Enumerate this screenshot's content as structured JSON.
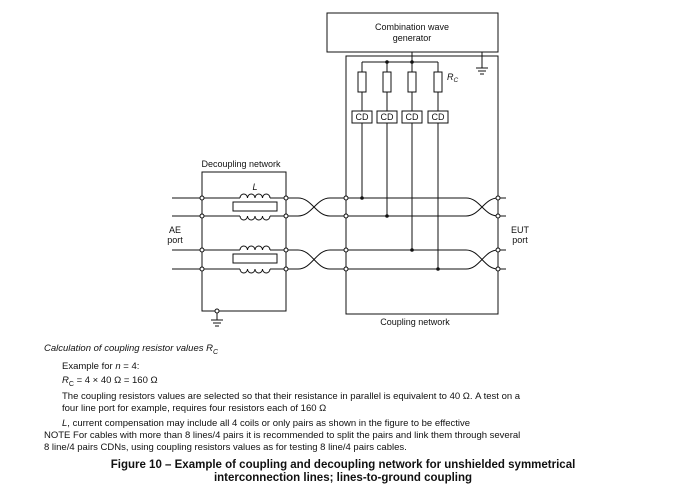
{
  "diagram": {
    "generator_label_line1": "Combination wave",
    "generator_label_line2": "generator",
    "rc_label": "R",
    "rc_sub": "C",
    "cd_label": "CD",
    "decoupling_label": "Decoupling network",
    "inductor_label": "L",
    "ae_label_line1": "AE",
    "ae_label_line2": "port",
    "eut_label_line1": "EUT",
    "eut_label_line2": "port",
    "coupling_label": "Coupling network"
  },
  "text": {
    "calc_heading": "Calculation of coupling resistor values R",
    "calc_heading_sub": "C",
    "example_prefix": "Example for ",
    "example_n": "n",
    "example_suffix": " = 4:",
    "formula_r": "R",
    "formula_sub": "C",
    "formula_rest": " = 4 × 40 Ω = 160 Ω",
    "para1_line1": "The coupling resistors values are selected so that their resistance in parallel is equivalent to 40 Ω. A test on a",
    "para1_line2": "four line port for example, requires four resistors each of 160 Ω",
    "para2_l": "L",
    "para2_rest": ", current compensation may include all 4 coils or only pairs as shown in the figure to be effective",
    "note_line1": "NOTE For cables with more than 8 lines/4 pairs it is recommended to split the pairs and link them through several",
    "note_line2": "8 line/4 pairs CDNs, using coupling resistors values as for testing 8 line/4 pairs cables."
  },
  "caption": {
    "line1": "Figure 10 – Example of coupling and decoupling network for unshielded symmetrical",
    "line2": "interconnection lines; lines-to-ground coupling"
  }
}
